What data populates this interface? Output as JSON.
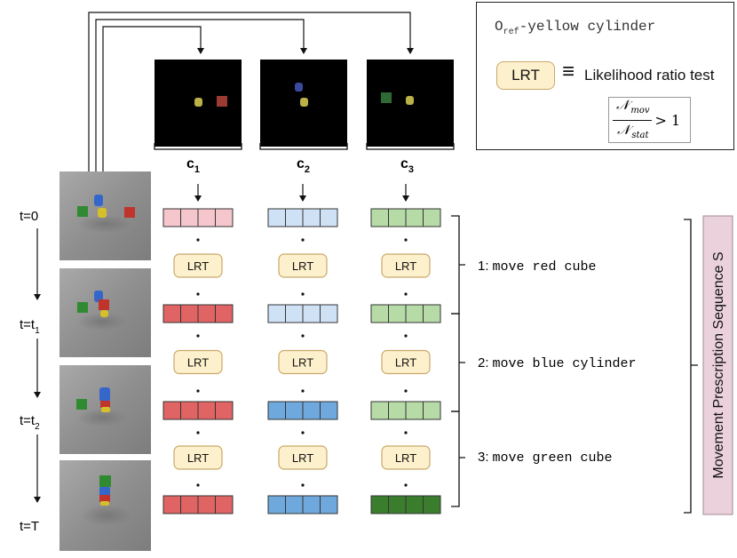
{
  "legend": {
    "oref_main": "O",
    "oref_sub": "ref",
    "oref_rest": "-yellow cylinder",
    "lrt_label": "LRT",
    "equiv_symbol": "≡",
    "lrt_description": "Likelihood ratio test",
    "formula": {
      "num_symbol": "𝒩",
      "num_sub": "mov",
      "den_symbol": "𝒩",
      "den_sub": "stat",
      "comparison": "> 1"
    }
  },
  "cameras": [
    {
      "label": "c",
      "sub": "1"
    },
    {
      "label": "c",
      "sub": "2"
    },
    {
      "label": "c",
      "sub": "3"
    }
  ],
  "timesteps": [
    {
      "label": "t=0",
      "sub": ""
    },
    {
      "label": "t=t",
      "sub": "1"
    },
    {
      "label": "t=t",
      "sub": "2"
    },
    {
      "label": "t=T",
      "sub": ""
    }
  ],
  "lrt_label": "LRT",
  "moves": [
    {
      "num": "1:",
      "text": "move red cube"
    },
    {
      "num": "2:",
      "text": "move blue cylinder"
    },
    {
      "num": "3:",
      "text": "move green cube"
    }
  ],
  "sequence_label": "Movement Prescription Sequence S",
  "colors": {
    "red_light": "#f5c6cc",
    "red": "#e06464",
    "blue_light": "#cfe2f5",
    "blue": "#6fa8dc",
    "green_light": "#b7dba7",
    "green": "#3a7d2c",
    "lrt_fill": "#fdf0cc",
    "lrt_border": "#c9a96a",
    "sequence_fill": "#ead1dc"
  },
  "feature_states": [
    [
      "red_light",
      "blue_light",
      "green_light"
    ],
    [
      "red",
      "blue_light",
      "green_light"
    ],
    [
      "red",
      "blue",
      "green_light"
    ],
    [
      "red",
      "blue",
      "green"
    ]
  ]
}
